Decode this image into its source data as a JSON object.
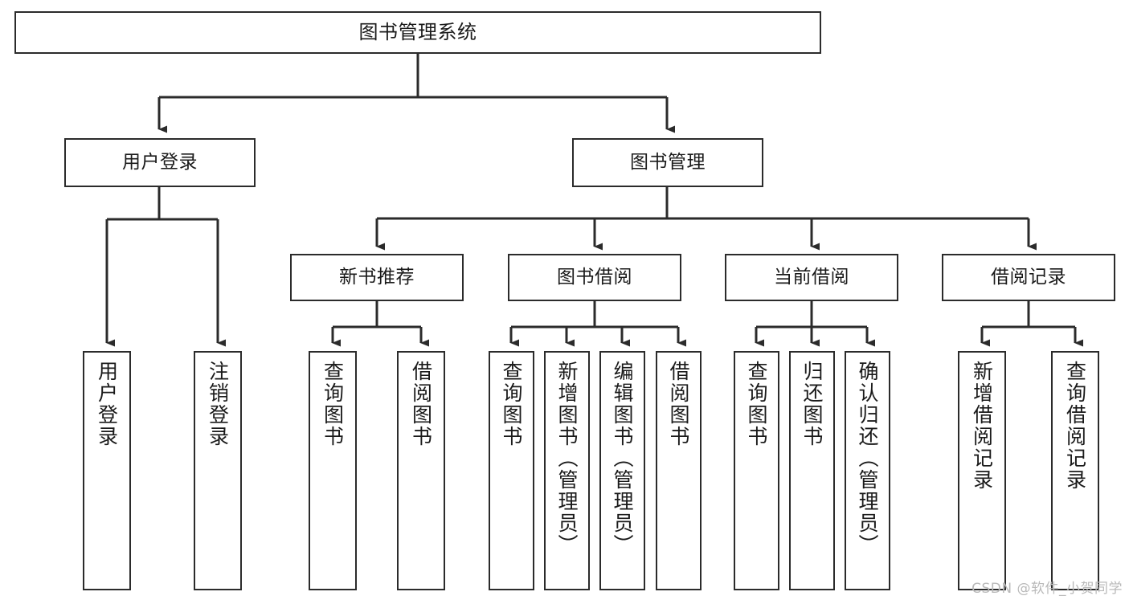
{
  "diagram": {
    "title": "图书管理系统",
    "type": "tree-structure-chart",
    "colors": {
      "box_border": "#2b2b2b",
      "line": "#2b2b2b",
      "background": "#ffffff",
      "text": "#1a1a1a",
      "watermark": "#b9b9b9"
    },
    "root": {
      "label": "图书管理系统"
    },
    "level1": [
      {
        "label": "用户登录"
      },
      {
        "label": "图书管理"
      }
    ],
    "level2": [
      {
        "label": "新书推荐"
      },
      {
        "label": "图书借阅"
      },
      {
        "label": "当前借阅"
      },
      {
        "label": "借阅记录"
      }
    ],
    "leaves": {
      "user_login": [
        {
          "label": "用户登录"
        },
        {
          "label": "注销登录"
        }
      ],
      "new_book_recommend": [
        {
          "label": "查询图书"
        },
        {
          "label": "借阅图书"
        }
      ],
      "book_borrow": [
        {
          "label": "查询图书"
        },
        {
          "label": "新增图书（管理员）"
        },
        {
          "label": "编辑图书（管理员）"
        },
        {
          "label": "借阅图书"
        }
      ],
      "current_borrow": [
        {
          "label": "查询图书"
        },
        {
          "label": "归还图书"
        },
        {
          "label": "确认归还（管理员）"
        }
      ],
      "borrow_record": [
        {
          "label": "新增借阅记录"
        },
        {
          "label": "查询借阅记录"
        }
      ]
    }
  },
  "watermark": {
    "text": "CSDN @软件_小贺同学"
  }
}
